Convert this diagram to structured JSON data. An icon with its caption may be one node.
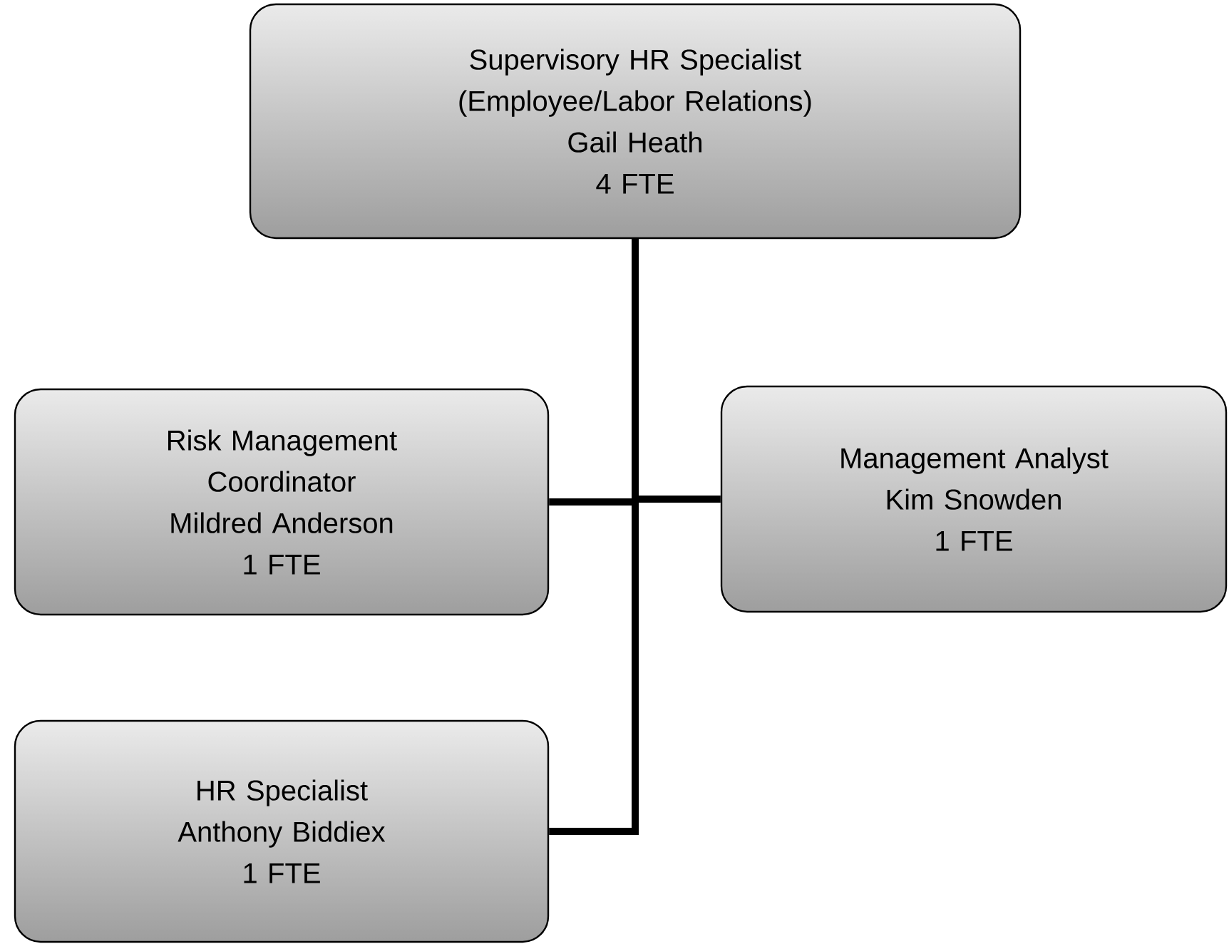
{
  "diagram": {
    "nodes": [
      {
        "text": [
          "Supervisory HR Specialist (Employee/Labor Relations)",
          "Gail Heath",
          "4 FTE"
        ]
      },
      {
        "text": [
          "Risk Management Coordinator",
          "Mildred Anderson",
          "1 FTE"
        ]
      },
      {
        "text": [
          "Management Analyst",
          "Kim Snowden",
          "1 FTE"
        ]
      },
      {
        "text": [
          "HR Specialist",
          "Anthony Biddiex",
          "1 FTE"
        ]
      }
    ],
    "edges": [
      {
        "from": 0,
        "to": 1,
        "arrow": "none"
      },
      {
        "from": 0,
        "to": 2,
        "arrow": "none"
      },
      {
        "from": 0,
        "to": 3,
        "arrow": "none"
      }
    ]
  }
}
